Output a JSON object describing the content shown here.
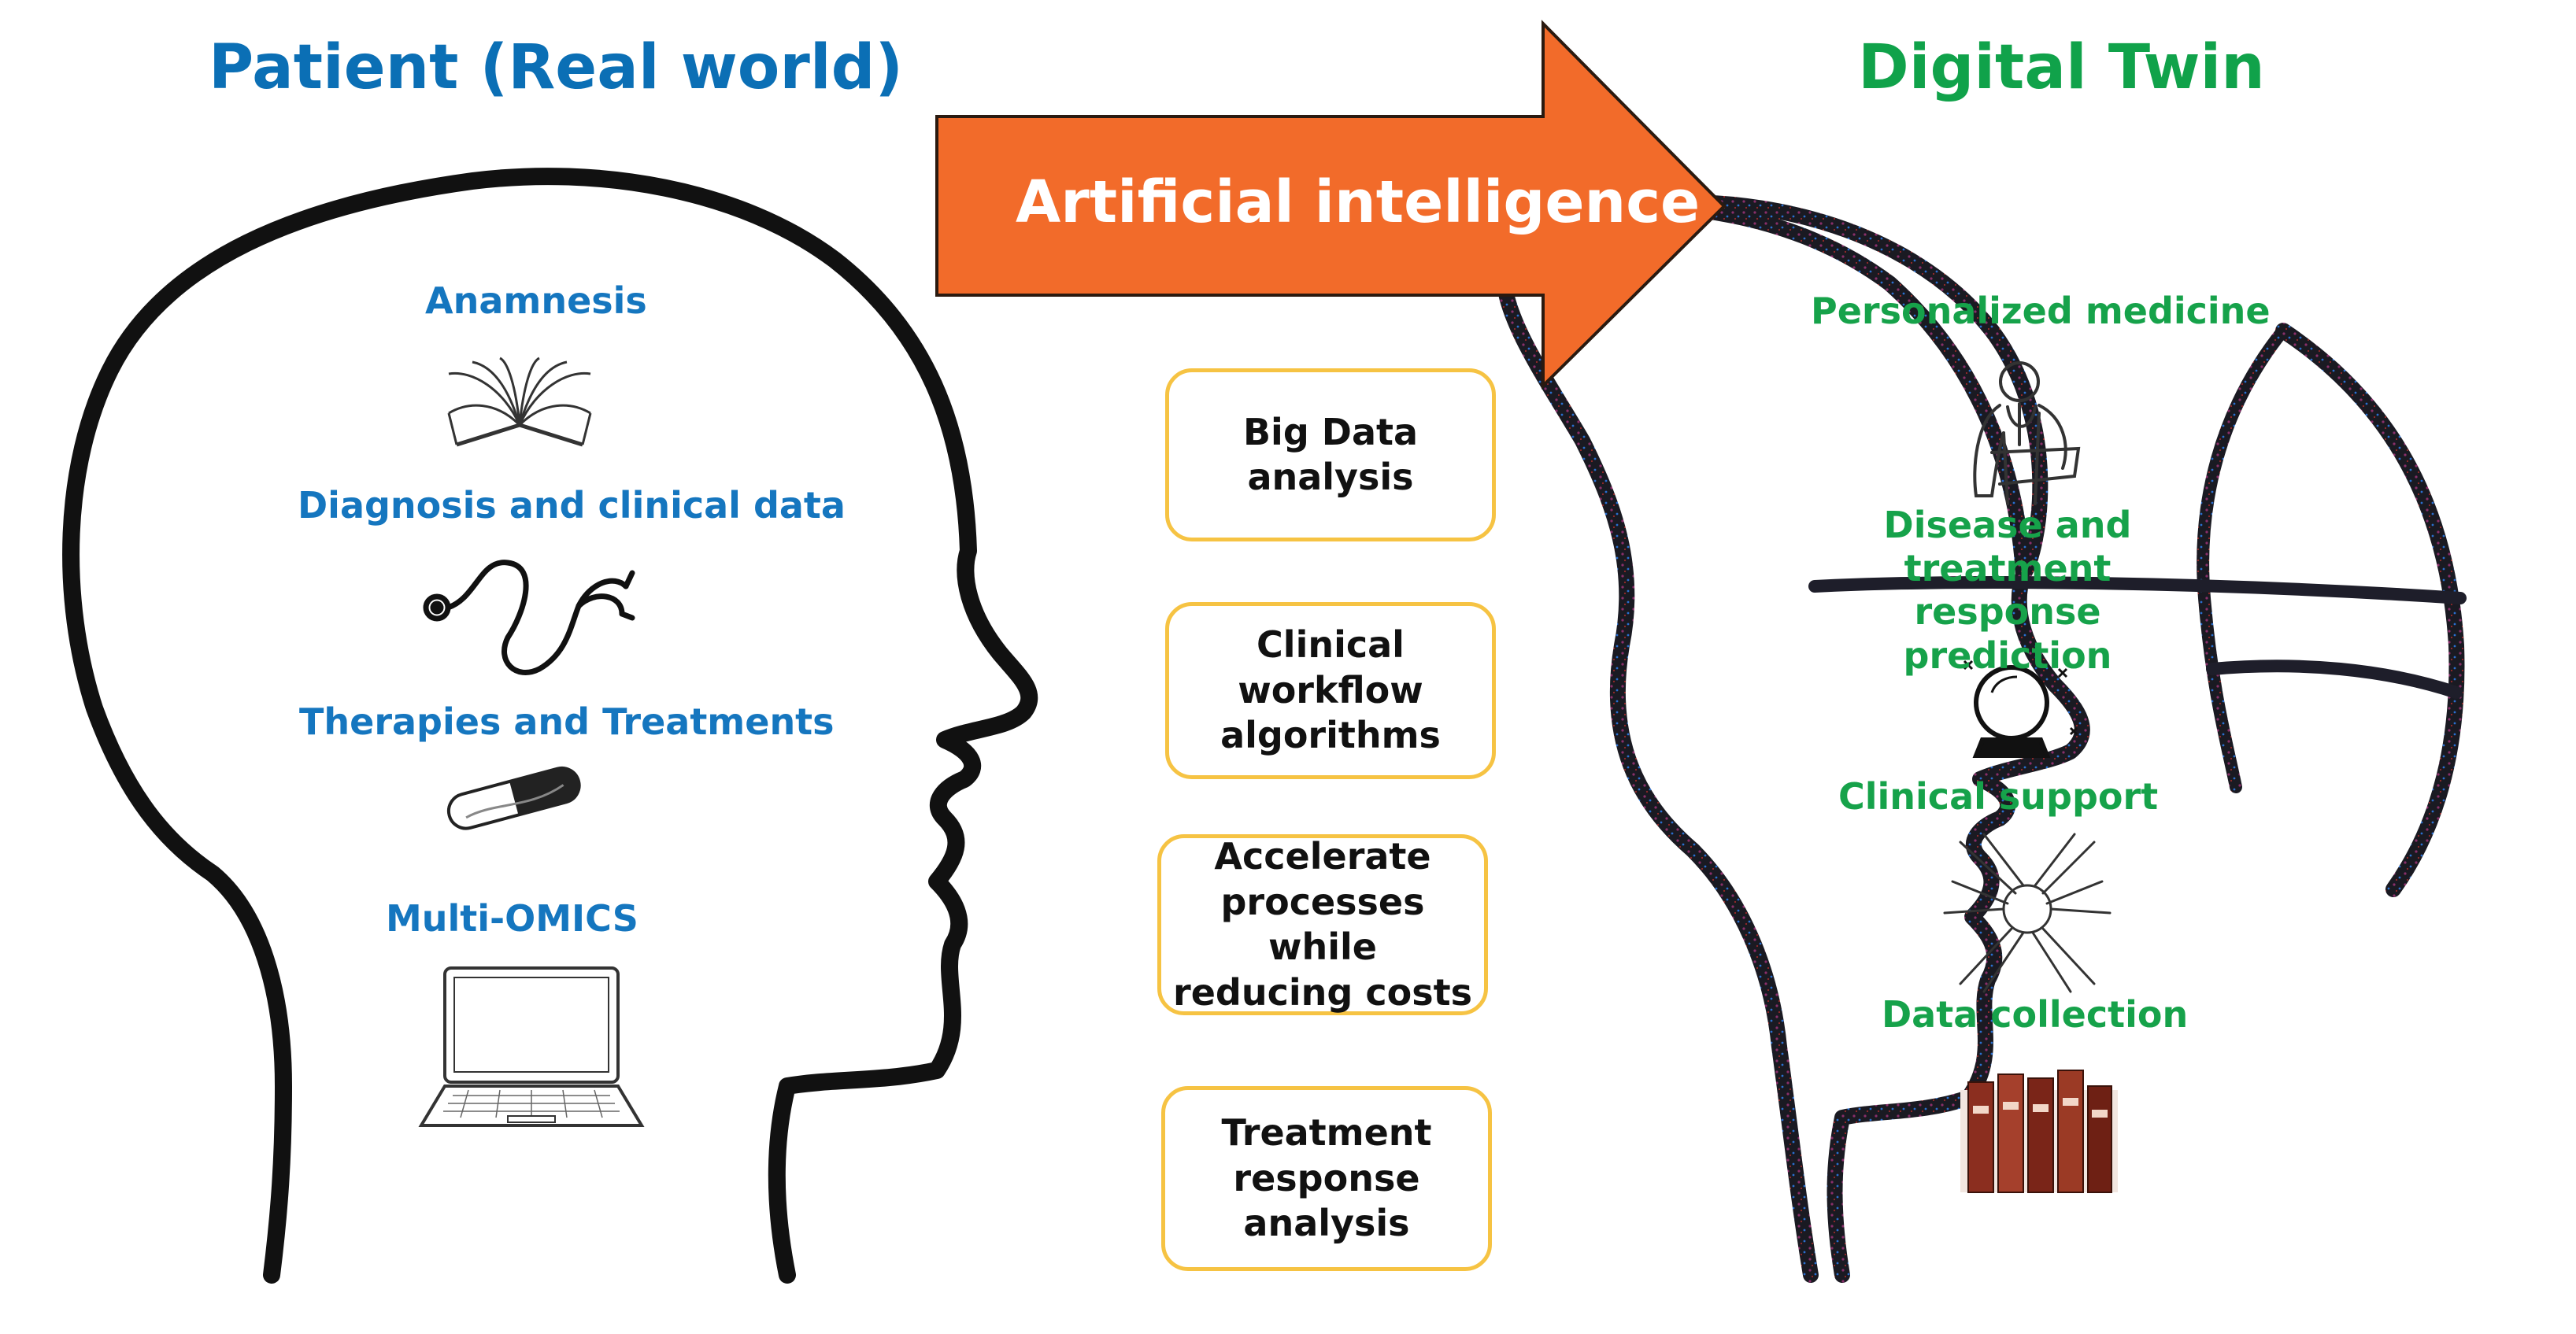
{
  "left_panel": {
    "title": "Patient (Real world)",
    "items": [
      {
        "label": "Anamnesis",
        "icon": "open-book-icon"
      },
      {
        "label": "Diagnosis and clinical data",
        "icon": "stethoscope-icon"
      },
      {
        "label": "Therapies and Treatments",
        "icon": "capsule-pill-icon"
      },
      {
        "label": "Multi-OMICS",
        "icon": "laptop-icon"
      }
    ]
  },
  "arrow": {
    "label": "Artificial intelligence",
    "color": "#f26b2a"
  },
  "center_boxes": [
    {
      "text": "Big Data\nanalysis"
    },
    {
      "text": "Clinical\nworkflow\nalgorithms"
    },
    {
      "text": "Accelerate\nprocesses while\nreducing costs"
    },
    {
      "text": "Treatment\nresponse\nanalysis"
    }
  ],
  "right_panel": {
    "title": "Digital Twin",
    "items": [
      {
        "label": "Personalized medicine",
        "icon": "doctor-icon"
      },
      {
        "label": "Disease and\ntreatment response\nprediction",
        "icon": "crystal-ball-icon"
      },
      {
        "label": "Clinical support",
        "icon": "team-hands-icon"
      },
      {
        "label": "Data collection",
        "icon": "binders-icon"
      }
    ]
  },
  "colors": {
    "left_accent": "#0b6fb5",
    "right_accent": "#10a24a",
    "box_border": "#f6c343",
    "head_outline": "#111111"
  }
}
